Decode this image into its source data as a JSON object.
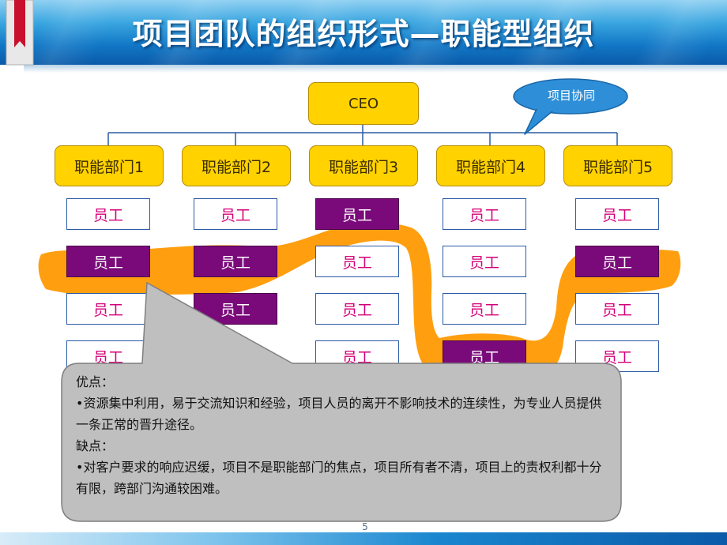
{
  "header": {
    "title": "项目团队的组织形式—职能型组织"
  },
  "org_chart": {
    "ceo": "CEO",
    "callout": "项目协同",
    "departments": [
      {
        "label": "职能部门1",
        "staff": [
          {
            "label": "员工",
            "highlighted": false
          },
          {
            "label": "员工",
            "highlighted": true
          },
          {
            "label": "员工",
            "highlighted": false
          },
          {
            "label": "员工",
            "highlighted": false
          }
        ]
      },
      {
        "label": "职能部门2",
        "staff": [
          {
            "label": "员工",
            "highlighted": false
          },
          {
            "label": "员工",
            "highlighted": true
          },
          {
            "label": "员工",
            "highlighted": true
          }
        ]
      },
      {
        "label": "职能部门3",
        "staff": [
          {
            "label": "员工",
            "highlighted": true
          },
          {
            "label": "员工",
            "highlighted": false
          },
          {
            "label": "员工",
            "highlighted": false
          },
          {
            "label": "员工",
            "highlighted": false
          }
        ]
      },
      {
        "label": "职能部门4",
        "staff": [
          {
            "label": "员工",
            "highlighted": false
          },
          {
            "label": "员工",
            "highlighted": false
          },
          {
            "label": "员工",
            "highlighted": false
          },
          {
            "label": "员工",
            "highlighted": true
          }
        ]
      },
      {
        "label": "职能部门5",
        "staff": [
          {
            "label": "员工",
            "highlighted": false
          },
          {
            "label": "员工",
            "highlighted": true
          },
          {
            "label": "员工",
            "highlighted": false
          },
          {
            "label": "员工",
            "highlighted": false
          }
        ]
      }
    ]
  },
  "notes": {
    "pros_heading": "优点：",
    "pros_text": "•资源集中利用，易于交流知识和经验，项目人员的离开不影响技术的连续性，为专业人员提供一条正常的晋升途径。",
    "cons_heading": "缺点：",
    "cons_text": "•对客户要求的响应迟缓，项目不是职能部门的焦点，项目所有者不清，项目上的责权利都十分有限，跨部门沟通较困难。"
  },
  "footer": {
    "page_number": "5"
  },
  "colors": {
    "dept_fill": "#ffd200",
    "staff_highlight": "#7a0a7a",
    "staff_text": "#d4007a",
    "project_band": "#ff9f0f",
    "note_fill": "#bfbfbf",
    "callout_fill": "#2e8fd8"
  }
}
